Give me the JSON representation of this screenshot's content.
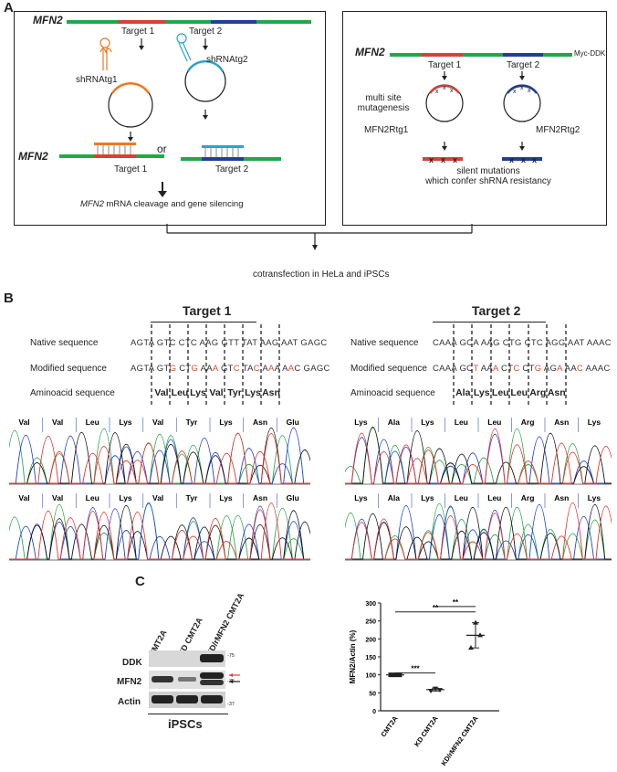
{
  "panels": {
    "a": "A",
    "b": "B",
    "c": "C"
  },
  "panel_a": {
    "left": {
      "gene": "MFN2",
      "target1": "Target 1",
      "target2": "Target 2",
      "shrna1": "shRNAtg1",
      "shrna2": "shRNAtg2",
      "or": "or",
      "gene2": "MFN2",
      "bottom_target1": "Target 1",
      "bottom_target2": "Target 2",
      "result_gene": "MFN2",
      "result_text": " mRNA cleavage and gene silencing"
    },
    "right": {
      "gene": "MFN2",
      "tag": "Myc-DDK",
      "target1": "Target 1",
      "target2": "Target 2",
      "mutagenesis": [
        "multi site",
        "mutagenesis"
      ],
      "construct1": "MFN2Rtg1",
      "construct2": "MFN2Rtg2",
      "silent": [
        "silent mutations",
        "which confer shRNA resistancy"
      ]
    },
    "cotransfection": "cotransfection in HeLa and iPSCs"
  },
  "panel_b": {
    "target1_title": "Target 1",
    "target2_title": "Target 2",
    "row_labels": [
      "Native sequence",
      "Modified sequence",
      "Aminoacid sequence"
    ],
    "t1_native": "AGTA GTC CTC AAG GTT TAT AAG AAT GAGC",
    "t1_modified": [
      {
        "t": "AGTA GT",
        "c": "#333"
      },
      {
        "t": "G",
        "c": "#e04a2a"
      },
      {
        "t": " CT",
        "c": "#333"
      },
      {
        "t": "G",
        "c": "#e04a2a"
      },
      {
        "t": " AA",
        "c": "#333"
      },
      {
        "t": "A",
        "c": "#e04a2a"
      },
      {
        "t": " GT",
        "c": "#333"
      },
      {
        "t": "C",
        "c": "#e04a2a"
      },
      {
        "t": " TA",
        "c": "#333"
      },
      {
        "t": "C",
        "c": "#e04a2a"
      },
      {
        "t": " A",
        "c": "#333"
      },
      {
        "t": "A",
        "c": "#e04a2a"
      },
      {
        "t": "A A",
        "c": "#333"
      },
      {
        "t": "A",
        "c": "#e04a2a"
      },
      {
        "t": "C GAGC",
        "c": "#333"
      }
    ],
    "t1_aa": [
      "Val",
      "Leu",
      "Lys",
      "Val",
      "Tyr",
      "Lys",
      "Asn"
    ],
    "t2_native": "CAAA GCA AAG CTG CTC AGG AAT AAAC",
    "t2_modified": [
      {
        "t": "CAAA GC",
        "c": "#333"
      },
      {
        "t": "T",
        "c": "#e04a2a"
      },
      {
        "t": " AA",
        "c": "#333"
      },
      {
        "t": "A",
        "c": "#e04a2a"
      },
      {
        "t": " CT",
        "c": "#333"
      },
      {
        "t": "C",
        "c": "#e04a2a"
      },
      {
        "t": " CT",
        "c": "#333"
      },
      {
        "t": "G",
        "c": "#e04a2a"
      },
      {
        "t": " AG",
        "c": "#333"
      },
      {
        "t": "A",
        "c": "#e04a2a"
      },
      {
        "t": " AA",
        "c": "#333"
      },
      {
        "t": "C",
        "c": "#e04a2a"
      },
      {
        "t": " AAAC",
        "c": "#333"
      }
    ],
    "t2_aa": [
      "Ala",
      "Lys",
      "Leu",
      "Leu",
      "Arg",
      "Asn"
    ],
    "chrom1_labels": [
      "Val",
      "Val",
      "Leu",
      "Lys",
      "Val",
      "Tyr",
      "Lys",
      "Asn",
      "Glu"
    ],
    "chrom2_labels": [
      "Lys",
      "Ala",
      "Lys",
      "Leu",
      "Leu",
      "Arg",
      "Asn",
      "Lys"
    ]
  },
  "panel_c": {
    "lanes": [
      "CMT2A",
      "KD CMT2A",
      "KD/rMFN2 CMT2A"
    ],
    "rows": [
      "DDK",
      "MFN2",
      "Actin"
    ],
    "markers": [
      "-75",
      "-75",
      "-37"
    ],
    "footer": "iPSCs",
    "chart_data": {
      "type": "scatter",
      "ylabel": "MFN2/Actin (%)",
      "ylim": [
        0,
        300
      ],
      "yticks": [
        "0",
        "50",
        "100",
        "150",
        "200",
        "250",
        "300"
      ],
      "categories": [
        "CMT2A",
        "KD CMT2A",
        "KD/rMFN2 CMT2A"
      ],
      "series": [
        {
          "values": [
            [
              100,
              100,
              100
            ],
            [
              56,
              62,
              58
            ],
            [
              175,
              245,
              210
            ]
          ]
        }
      ],
      "means": [
        100,
        59,
        210
      ],
      "sd": [
        1,
        4,
        35
      ],
      "annotations": [
        "***",
        "**",
        "**"
      ]
    }
  },
  "colors": {
    "green": "#1daa4a",
    "red": "#d9403a",
    "blue": "#1f3f9a",
    "orange": "#ea7a23",
    "cyan": "#29a3cf"
  }
}
